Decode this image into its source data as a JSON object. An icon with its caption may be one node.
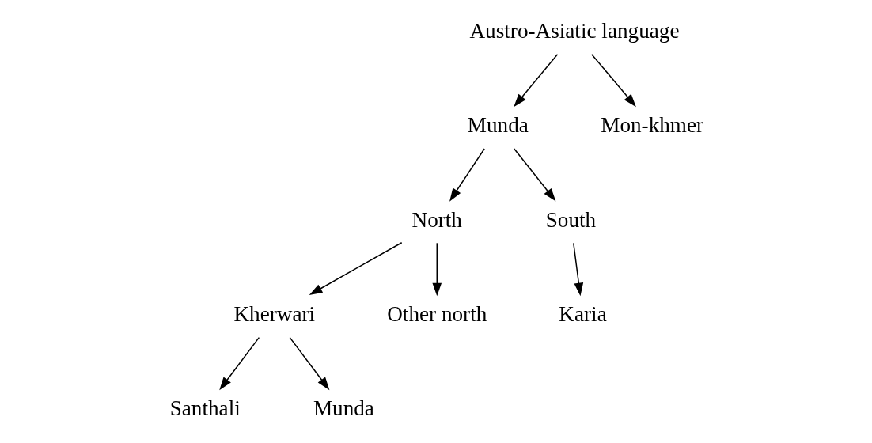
{
  "diagram": {
    "nodes": [
      {
        "text": [
          "Austro-Asiatic language"
        ]
      },
      {
        "text": [
          "Munda"
        ]
      },
      {
        "text": [
          "Mon-khmer"
        ]
      },
      {
        "text": [
          "North"
        ]
      },
      {
        "text": [
          "South"
        ]
      },
      {
        "text": [
          "Kherwari"
        ]
      },
      {
        "text": [
          "Other north"
        ]
      },
      {
        "text": [
          "Karia"
        ]
      },
      {
        "text": [
          "Santhali"
        ]
      },
      {
        "text": [
          "Munda"
        ]
      }
    ],
    "edges": [
      {
        "from": 0,
        "to": 1,
        "arrow": "to"
      },
      {
        "from": 0,
        "to": 2,
        "arrow": "to"
      },
      {
        "from": 1,
        "to": 3,
        "arrow": "to"
      },
      {
        "from": 1,
        "to": 4,
        "arrow": "to"
      },
      {
        "from": 3,
        "to": 5,
        "arrow": "to"
      },
      {
        "from": 3,
        "to": 6,
        "arrow": "to"
      },
      {
        "from": 4,
        "to": 7,
        "arrow": "to"
      },
      {
        "from": 5,
        "to": 8,
        "arrow": "to"
      },
      {
        "from": 5,
        "to": 9,
        "arrow": "to"
      }
    ]
  }
}
